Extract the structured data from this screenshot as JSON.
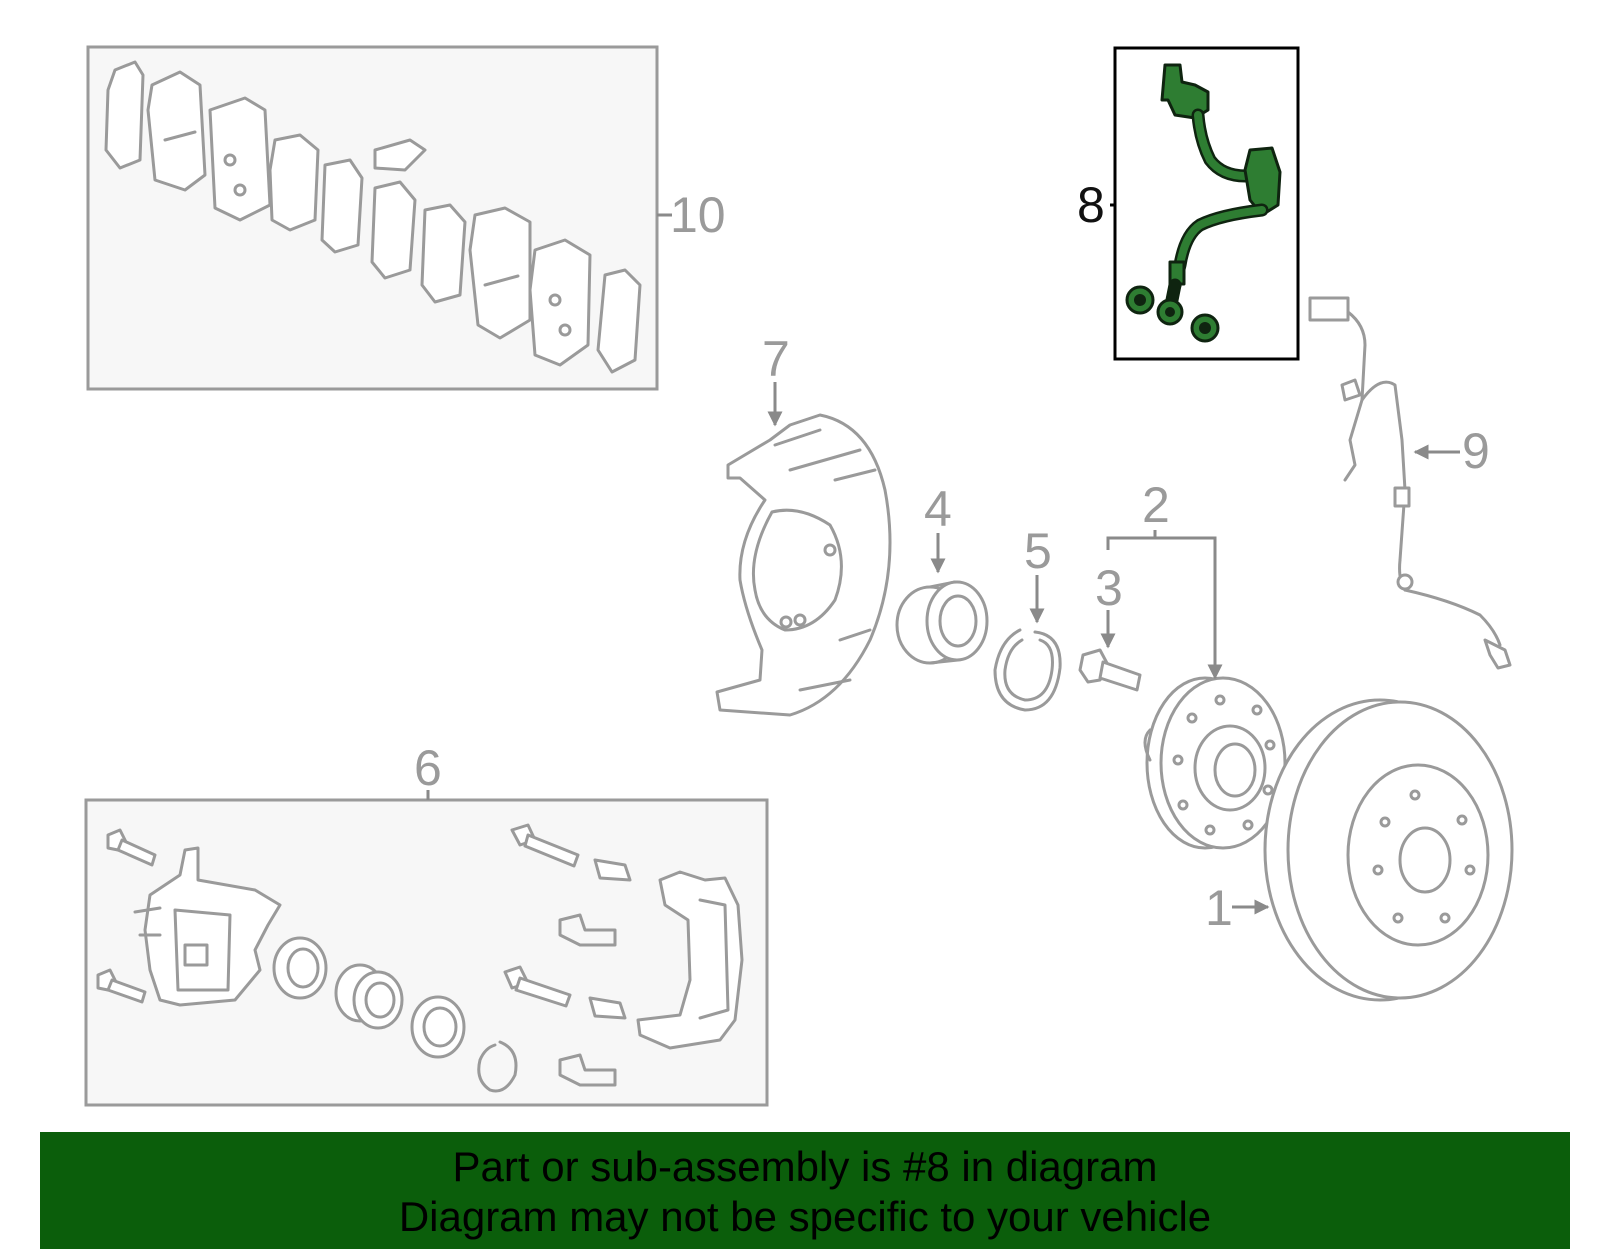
{
  "diagram": {
    "callouts": [
      "1",
      "2",
      "3",
      "4",
      "5",
      "6",
      "7",
      "8",
      "9",
      "10"
    ],
    "highlighted_callout": "8",
    "colors": {
      "line": "#9a9a9a",
      "highlight_fill": "#2e7d32",
      "highlight_outline": "#0f2410",
      "banner": "#0b5e0b"
    }
  },
  "banner": {
    "line1": "Part or sub-assembly is #8 in diagram",
    "line2": "Diagram may not be specific to your vehicle"
  }
}
